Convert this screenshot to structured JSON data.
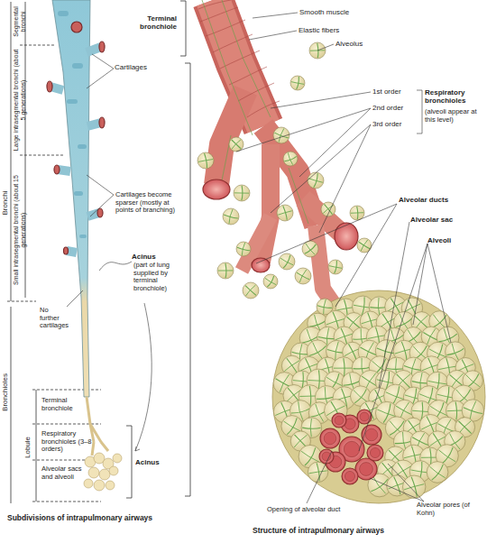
{
  "diagram": {
    "labels": [
      "Segmental bronchi",
      "Large intrasegmental bronchi (about 5 generations)",
      "Small intrasegmental bronchi (about 15 generations)",
      "Bronchi",
      "Bronchioles",
      "Lobule",
      "Cartilages",
      "Cartilages become sparser (mostly at points of branching)",
      "No further cartilages",
      "Acinus",
      "(part of lung supplied by terminal bronchiole)",
      "Terminal bronchiole",
      "Respiratory bronchioles (3–8 orders)",
      "Alveolar sacs and alveoli",
      "Acinus",
      "Subdivisions of intrapulmonary airways",
      "Terminal bronchiole",
      "Smooth muscle",
      "Elastic fibers",
      "Alveolus",
      "1st order",
      "2nd order",
      "3rd order",
      "Respiratory bronchioles",
      "(alveoli appear at this level)",
      "Alveolar ducts",
      "Alveolar sac",
      "Alveoli",
      "Opening of alveolar duct",
      "Alveolar pores (of Kohn)",
      "Structure of intrapulmonary airways"
    ]
  }
}
